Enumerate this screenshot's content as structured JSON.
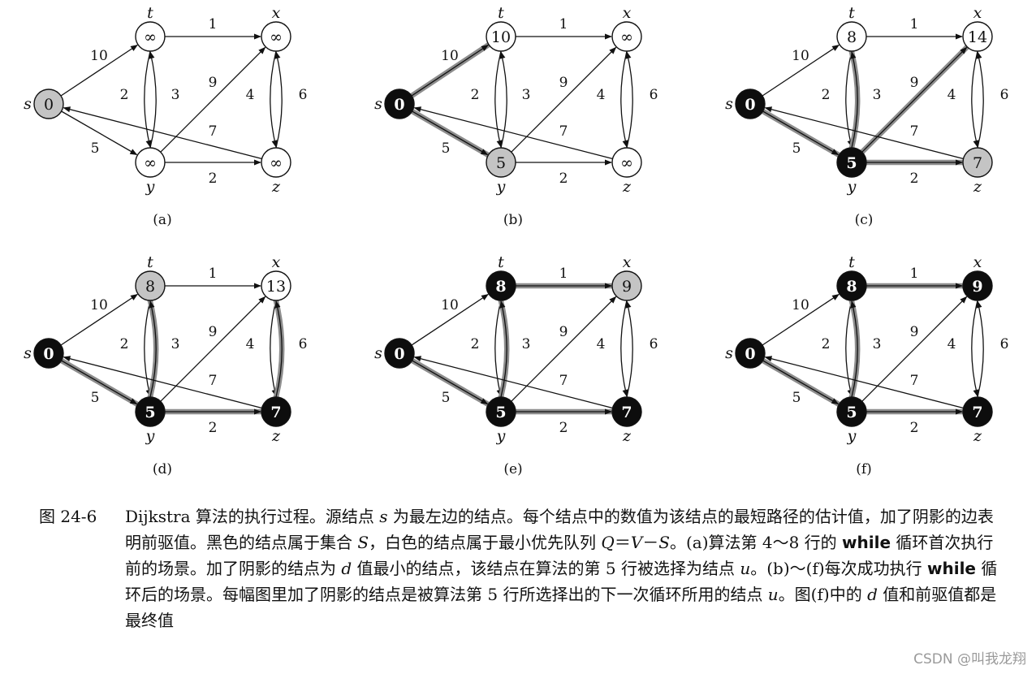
{
  "vertex_labels": {
    "s": "s",
    "t": "t",
    "x": "x",
    "y": "y",
    "z": "z"
  },
  "edges": [
    {
      "from": "s",
      "to": "t",
      "w": "10"
    },
    {
      "from": "s",
      "to": "y",
      "w": "5"
    },
    {
      "from": "t",
      "to": "x",
      "w": "1"
    },
    {
      "from": "t",
      "to": "y",
      "w": "2"
    },
    {
      "from": "y",
      "to": "t",
      "w": "3"
    },
    {
      "from": "y",
      "to": "x",
      "w": "9"
    },
    {
      "from": "y",
      "to": "z",
      "w": "2"
    },
    {
      "from": "x",
      "to": "z",
      "w": "4"
    },
    {
      "from": "z",
      "to": "x",
      "w": "6"
    },
    {
      "from": "z",
      "to": "s",
      "w": "7"
    }
  ],
  "panels": [
    {
      "caption": "(a)",
      "values": {
        "s": "0",
        "t": "∞",
        "x": "∞",
        "y": "∞",
        "z": "∞"
      },
      "fill": {
        "s": "gray",
        "t": "white",
        "x": "white",
        "y": "white",
        "z": "white"
      },
      "shaded": []
    },
    {
      "caption": "(b)",
      "values": {
        "s": "0",
        "t": "10",
        "x": "∞",
        "y": "5",
        "z": "∞"
      },
      "fill": {
        "s": "black",
        "t": "white",
        "x": "white",
        "y": "gray",
        "z": "white"
      },
      "shaded": [
        "s-t",
        "s-y"
      ]
    },
    {
      "caption": "(c)",
      "values": {
        "s": "0",
        "t": "8",
        "x": "14",
        "y": "5",
        "z": "7"
      },
      "fill": {
        "s": "black",
        "t": "white",
        "x": "white",
        "y": "black",
        "z": "gray"
      },
      "shaded": [
        "s-y",
        "y-t",
        "y-x",
        "y-z"
      ]
    },
    {
      "caption": "(d)",
      "values": {
        "s": "0",
        "t": "8",
        "x": "13",
        "y": "5",
        "z": "7"
      },
      "fill": {
        "s": "black",
        "t": "gray",
        "x": "white",
        "y": "black",
        "z": "black"
      },
      "shaded": [
        "s-y",
        "y-t",
        "y-z",
        "z-x"
      ]
    },
    {
      "caption": "(e)",
      "values": {
        "s": "0",
        "t": "8",
        "x": "9",
        "y": "5",
        "z": "7"
      },
      "fill": {
        "s": "black",
        "t": "black",
        "x": "gray",
        "y": "black",
        "z": "black"
      },
      "shaded": [
        "s-y",
        "y-t",
        "t-x",
        "y-z"
      ]
    },
    {
      "caption": "(f)",
      "values": {
        "s": "0",
        "t": "8",
        "x": "9",
        "y": "5",
        "z": "7"
      },
      "fill": {
        "s": "black",
        "t": "black",
        "x": "black",
        "y": "black",
        "z": "black"
      },
      "shaded": [
        "s-y",
        "y-t",
        "t-x",
        "y-z"
      ]
    }
  ],
  "colors": {
    "gray_node": "#c4c4c4",
    "black_node": "#0d0d0d",
    "shadow_edge": "#8d8d8d"
  },
  "caption": {
    "label": "图 24-6",
    "p1": "Dijkstra 算法的执行过程。源结点 ",
    "p1_s": "s",
    "p2": " 为最左边的结点。每个结点中的数值为该结点的最短路径的估计值，加了阴影的边表明前驱值。黑色的结点属于集合 ",
    "p2_S": "S",
    "p3": "，白色的结点属于最小优先队列 ",
    "p3_Q": "Q",
    "p4": "＝",
    "p4_V": "V",
    "p5": "－",
    "p5_S": "S",
    "p6": "。(a)算法第 4～8 行的 ",
    "while1": "while",
    "p7": " 循环首次执行前的场景。加了阴影的结点为 ",
    "p7_d": "d",
    "p8": " 值最小的结点，该结点在算法的第 5 行被选择为结点 ",
    "p8_u": "u",
    "p9": "。(b)～(f)每次成功执行 ",
    "while2": "while",
    "p10": " 循环后的场景。每幅图里加了阴影的结点是被算法第 5 行所选择出的下一次循环所用的结点 ",
    "p10_u": "u",
    "p11": "。图(f)中的 ",
    "p11_d": "d",
    "p12": " 值和前驱值都是最终值"
  },
  "watermark": "CSDN @叫我龙翔"
}
